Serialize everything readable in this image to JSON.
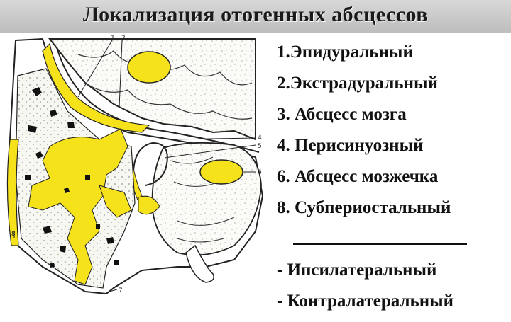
{
  "title": "Локализация  отогенных  абсцессов",
  "legend": {
    "items": [
      "1.Эпидуральный",
      "2.Экстрадуральный",
      "3. Абсцесс мозга",
      "4. Перисинуозный",
      "6. Абсцесс мозжечка",
      "8. Субпериостальный"
    ],
    "sides": [
      "- Ипсилатеральный",
      "- Контралатеральный"
    ]
  },
  "figure": {
    "labels": [
      "1",
      "2",
      "4",
      "5",
      "6",
      "8",
      "7"
    ],
    "colors": {
      "abscess": "#f5e21a",
      "bone_dots": "#111111",
      "tissue": "#ffffff",
      "outline": "#222222"
    }
  }
}
